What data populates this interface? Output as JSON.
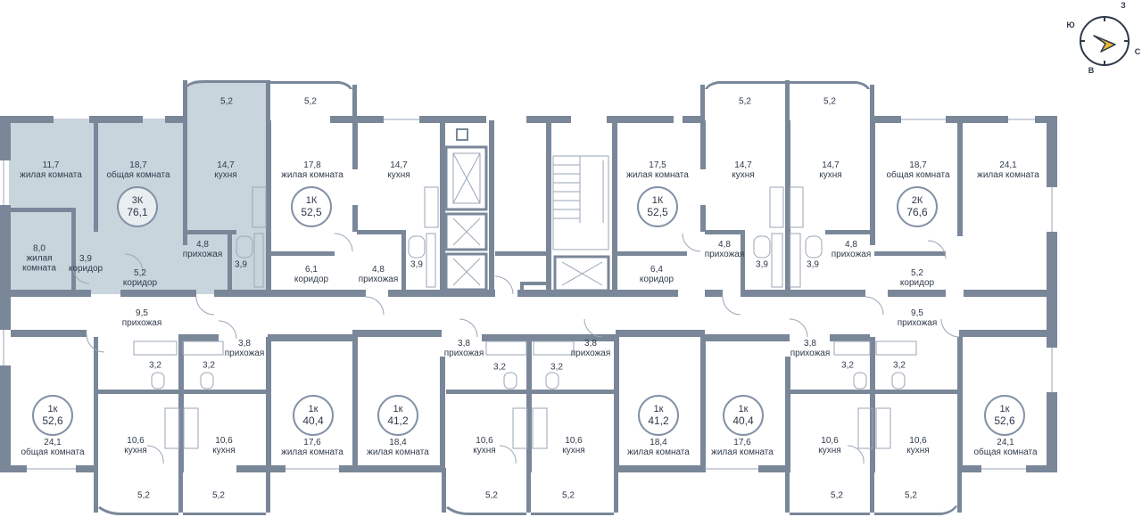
{
  "compass": {
    "letters": [
      "З",
      "Ю",
      "С",
      "В"
    ]
  },
  "colors": {
    "wall": "#7a8799",
    "highlight": "#c9d5dd",
    "text": "#2f3a4a",
    "badge_border": "#8391a6"
  },
  "apartments": [
    {
      "type": "3К",
      "area": "76,1"
    },
    {
      "type": "1К",
      "area": "52,5"
    },
    {
      "type": "1К",
      "area": "52,5"
    },
    {
      "type": "2К",
      "area": "76,6"
    },
    {
      "type": "1к",
      "area": "52,6"
    },
    {
      "type": "1к",
      "area": "40,4"
    },
    {
      "type": "1к",
      "area": "41,2"
    },
    {
      "type": "1к",
      "area": "41,2"
    },
    {
      "type": "1к",
      "area": "40,4"
    },
    {
      "type": "1к",
      "area": "52,6"
    }
  ],
  "rooms": [
    {
      "area": "5,2",
      "name": ""
    },
    {
      "area": "5,2",
      "name": ""
    },
    {
      "area": "5,2",
      "name": ""
    },
    {
      "area": "5,2",
      "name": ""
    },
    {
      "area": "11,7",
      "name": "жилая комната"
    },
    {
      "area": "18,7",
      "name": "общая комната"
    },
    {
      "area": "14,7",
      "name": "кухня"
    },
    {
      "area": "17,8",
      "name": "жилая комната"
    },
    {
      "area": "14,7",
      "name": "кухня"
    },
    {
      "area": "17,5",
      "name": "жилая комната"
    },
    {
      "area": "14,7",
      "name": "кухня"
    },
    {
      "area": "14,7",
      "name": "кухня"
    },
    {
      "area": "18,7",
      "name": "общая комната"
    },
    {
      "area": "24,1",
      "name": "жилая комната"
    },
    {
      "area": "8,0",
      "name": "жилая комната"
    },
    {
      "area": "3,9",
      "name": "коридор"
    },
    {
      "area": "4,8",
      "name": "прихожая"
    },
    {
      "area": "3,9",
      "name": ""
    },
    {
      "area": "5,2",
      "name": "коридор"
    },
    {
      "area": "6,1",
      "name": "коридор"
    },
    {
      "area": "4,8",
      "name": "прихожая"
    },
    {
      "area": "3,9",
      "name": ""
    },
    {
      "area": "6,4",
      "name": "коридор"
    },
    {
      "area": "4,8",
      "name": "прихожая"
    },
    {
      "area": "3,9",
      "name": ""
    },
    {
      "area": "3,9",
      "name": ""
    },
    {
      "area": "4,8",
      "name": "прихожая"
    },
    {
      "area": "5,2",
      "name": "коридор"
    },
    {
      "area": "9,5",
      "name": "прихожая"
    },
    {
      "area": "9,5",
      "name": "прихожая"
    },
    {
      "area": "3,8",
      "name": "прихожая"
    },
    {
      "area": "3,8",
      "name": "прихожая"
    },
    {
      "area": "3,8",
      "name": "прихожая"
    },
    {
      "area": "3,8",
      "name": "прихожая"
    },
    {
      "area": "3,2",
      "name": ""
    },
    {
      "area": "3,2",
      "name": ""
    },
    {
      "area": "3,2",
      "name": ""
    },
    {
      "area": "3,2",
      "name": ""
    },
    {
      "area": "3,2",
      "name": ""
    },
    {
      "area": "3,2",
      "name": ""
    },
    {
      "area": "24,1",
      "name": "общая комната"
    },
    {
      "area": "10,6",
      "name": "кухня"
    },
    {
      "area": "10,6",
      "name": "кухня"
    },
    {
      "area": "17,6",
      "name": "жилая комната"
    },
    {
      "area": "18,4",
      "name": "жилая комната"
    },
    {
      "area": "10,6",
      "name": "кухня"
    },
    {
      "area": "10,6",
      "name": "кухня"
    },
    {
      "area": "18,4",
      "name": "жилая комната"
    },
    {
      "area": "17,6",
      "name": "жилая комната"
    },
    {
      "area": "10,6",
      "name": "кухня"
    },
    {
      "area": "10,6",
      "name": "кухня"
    },
    {
      "area": "24,1",
      "name": "общая комната"
    },
    {
      "area": "5,2",
      "name": ""
    },
    {
      "area": "5,2",
      "name": ""
    },
    {
      "area": "5,2",
      "name": ""
    },
    {
      "area": "5,2",
      "name": ""
    },
    {
      "area": "5,2",
      "name": ""
    },
    {
      "area": "5,2",
      "name": ""
    }
  ]
}
